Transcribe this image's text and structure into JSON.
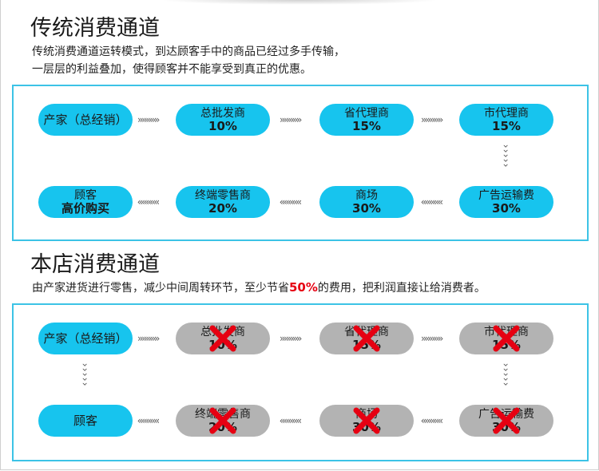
{
  "traditional": {
    "title": "传统消费通道",
    "desc_line1": "传统消费通道运转模式，到达顾客手中的商品已经过多手传输，",
    "desc_line2": "一层层的利益叠加，使得顾客并不能享受到真正的优惠。",
    "nodes": [
      {
        "l1": "产家（总经销）",
        "l2": ""
      },
      {
        "l1": "总批发商",
        "l2": "10%"
      },
      {
        "l1": "省代理商",
        "l2": "15%"
      },
      {
        "l1": "市代理商",
        "l2": "15%"
      },
      {
        "l1": "广告运输费",
        "l2": "30%"
      },
      {
        "l1": "商场",
        "l2": "30%"
      },
      {
        "l1": "终端零售商",
        "l2": "20%"
      },
      {
        "l1": "顾客",
        "l2": "高价购买"
      }
    ],
    "arrow_right": "»»»»»",
    "arrow_left": "«««««"
  },
  "store": {
    "title": "本店消费通道",
    "desc_pre": "由产家进货进行零售，减少中间周转环节，至少节省",
    "desc_highlight": "50%",
    "desc_post": "的费用，把利润直接让给消费者。",
    "nodes": [
      {
        "l1": "产家（总经销）",
        "l2": ""
      },
      {
        "l1": "总批发商",
        "l2": "10%"
      },
      {
        "l1": "省代理商",
        "l2": "15%"
      },
      {
        "l1": "市代理商",
        "l2": "15%"
      },
      {
        "l1": "广告运输费",
        "l2": "30%"
      },
      {
        "l1": "商场",
        "l2": "30%"
      },
      {
        "l1": "终端零售商",
        "l2": "20%"
      },
      {
        "l1": "顾客",
        "l2": ""
      }
    ],
    "arrow_right": "»»»»»",
    "arrow_left": "«««««"
  },
  "colors": {
    "accent": "#17c4ee",
    "border": "#3cc3e6",
    "disabled": "#b3b3b3",
    "cross": "#e60012"
  },
  "icons": {
    "cross": "red-x-icon",
    "arrow": "chevron-arrow-icon"
  }
}
